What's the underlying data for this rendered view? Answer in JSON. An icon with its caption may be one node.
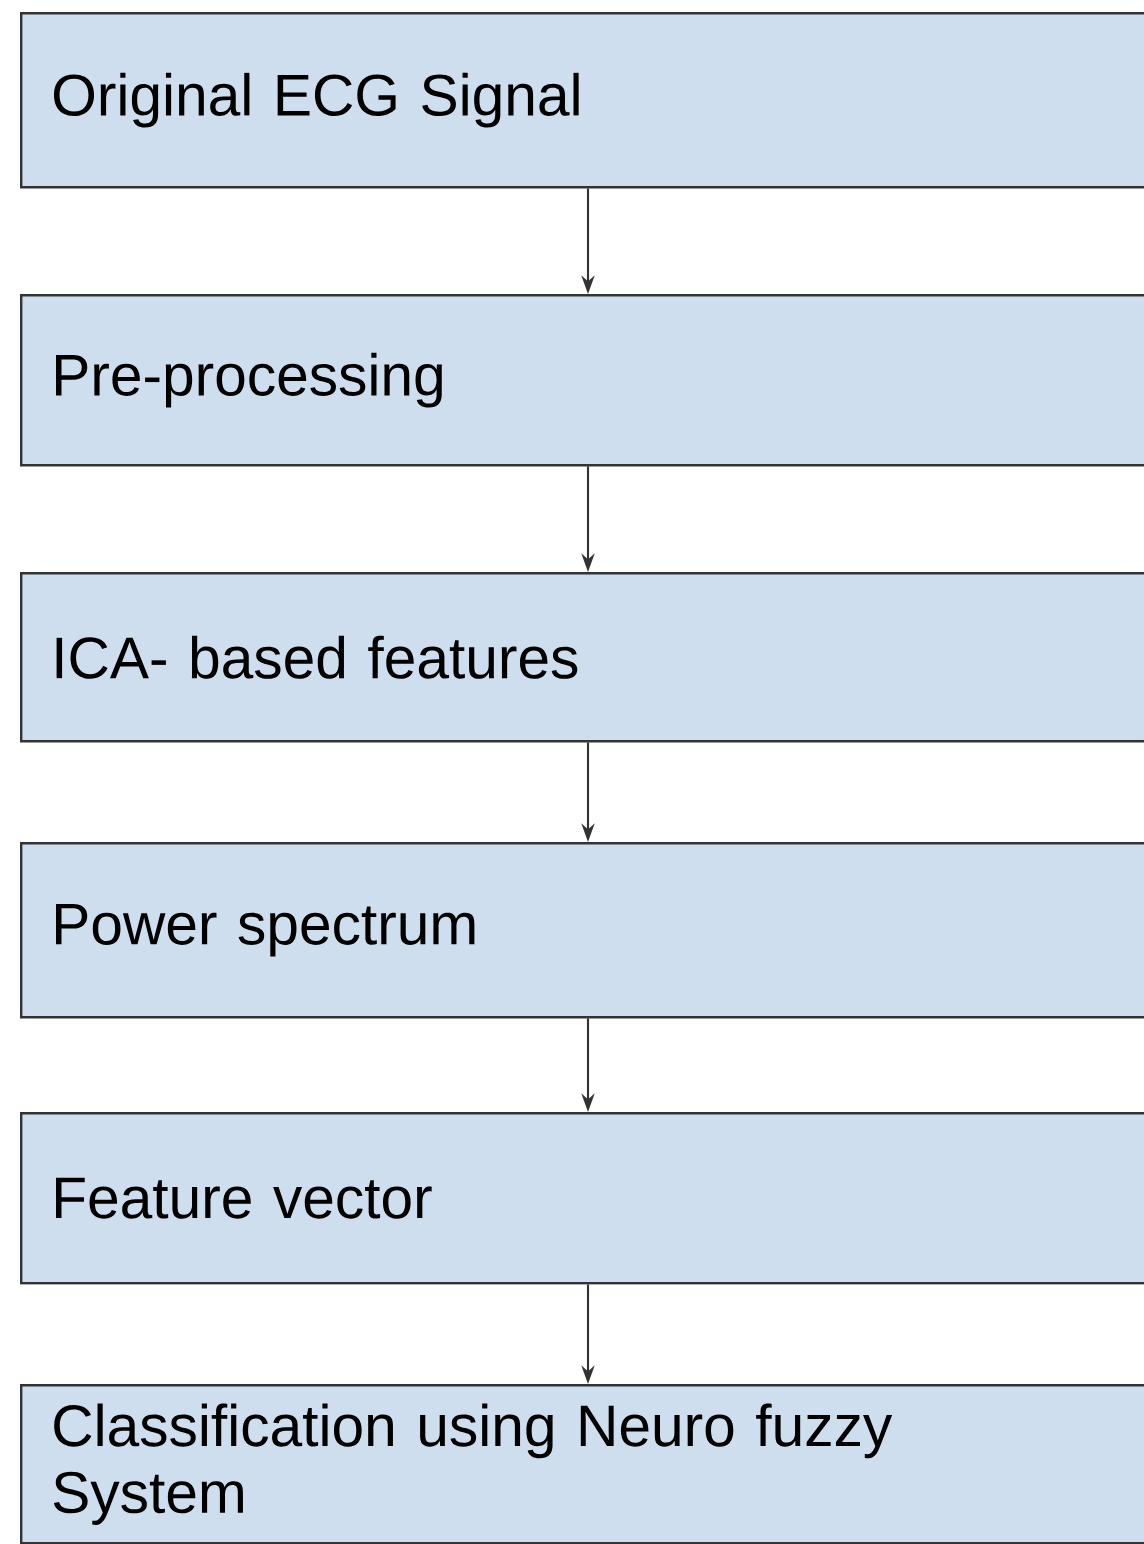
{
  "diagram": {
    "nodes": [
      {
        "text": [
          "Original ECG Signal"
        ]
      },
      {
        "text": [
          "Pre-processing"
        ]
      },
      {
        "text": [
          "ICA- based features"
        ]
      },
      {
        "text": [
          "Power spectrum"
        ]
      },
      {
        "text": [
          "Feature vector"
        ]
      },
      {
        "text": [
          "Classification using Neuro fuzzy System"
        ]
      }
    ],
    "edges": [
      {
        "from": 0,
        "to": 1,
        "arrow": "to"
      },
      {
        "from": 1,
        "to": 2,
        "arrow": "to"
      },
      {
        "from": 2,
        "to": 3,
        "arrow": "to"
      },
      {
        "from": 3,
        "to": 4,
        "arrow": "to"
      },
      {
        "from": 4,
        "to": 5,
        "arrow": "to"
      }
    ]
  }
}
